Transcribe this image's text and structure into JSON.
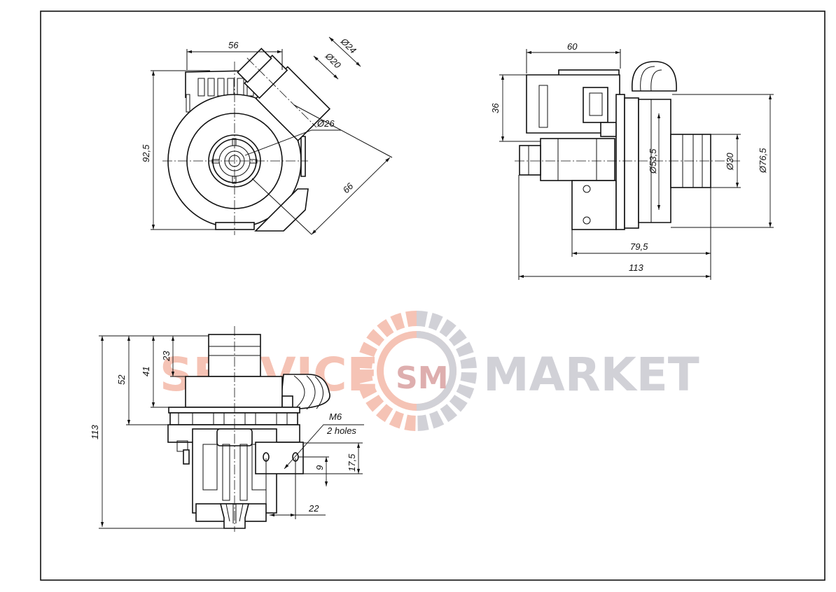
{
  "watermark": {
    "left_word": "SERVICE",
    "right_word": "MARKET",
    "logo_letters": "SM",
    "colors": {
      "red": "#f4b9a9",
      "gray": "#c9c9d1"
    }
  },
  "front_view": {
    "dimensions": {
      "width": "56",
      "outlet_outer_diameter": "Ø24",
      "outlet_inner_diameter": "Ø20",
      "inlet_diameter": "Ø26",
      "height": "92,5",
      "outlet_offset": "66"
    }
  },
  "side_view": {
    "dimensions": {
      "top_width": "60",
      "top_height": "36",
      "flange_diameter": "Ø53,5",
      "inlet_diameter": "Ø30",
      "housing_diameter": "Ø76,5",
      "pump_length": "79,5",
      "total_length": "113"
    }
  },
  "top_view": {
    "dimensions": {
      "total_height": "113",
      "flange_height": "52",
      "body_height": "41",
      "inlet_height": "23",
      "thread": "M6",
      "holes_note": "2 holes",
      "bracket_height": "17,5",
      "hole_offset": "9",
      "hole_spacing": "22"
    }
  }
}
